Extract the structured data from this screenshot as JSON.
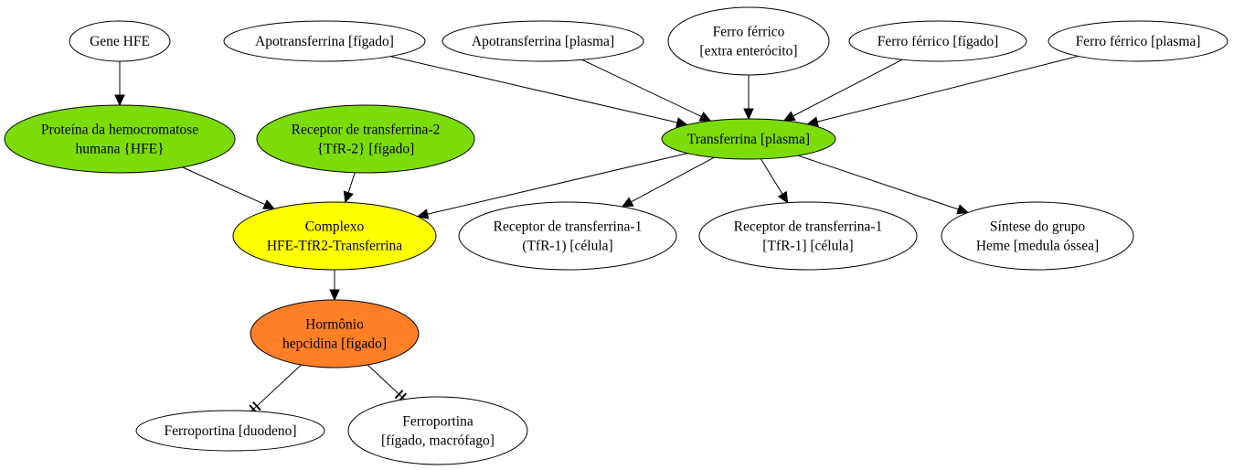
{
  "colors": {
    "green": "#7cdc08",
    "yellow": "#ffff00",
    "orange": "#ff7f27",
    "white": "#ffffff",
    "stroke": "#000000"
  },
  "nodes": [
    {
      "id": "gene_hfe",
      "lines": [
        "Gene HFE"
      ],
      "fill": "white"
    },
    {
      "id": "apotransferrina_figado",
      "lines": [
        "Apotransferrina [fígado]"
      ],
      "fill": "white"
    },
    {
      "id": "apotransferrina_plasma",
      "lines": [
        "Apotransferrina [plasma]"
      ],
      "fill": "white"
    },
    {
      "id": "ferro_ferrico_extra",
      "lines": [
        "Ferro férrico",
        "[extra enterócito]"
      ],
      "fill": "white"
    },
    {
      "id": "ferro_ferrico_figado",
      "lines": [
        "Ferro férrico [fígado]"
      ],
      "fill": "white"
    },
    {
      "id": "ferro_ferrico_plasma",
      "lines": [
        "Ferro férrico [plasma]"
      ],
      "fill": "white"
    },
    {
      "id": "proteina_hfe",
      "lines": [
        "Proteína da hemocromatose",
        "humana {HFE}"
      ],
      "fill": "green"
    },
    {
      "id": "receptor_tfr2",
      "lines": [
        "Receptor de transferrina-2",
        "{TfR-2} [fígado]"
      ],
      "fill": "green"
    },
    {
      "id": "transferrina_plasma",
      "lines": [
        "Transferrina [plasma]"
      ],
      "fill": "green"
    },
    {
      "id": "complexo",
      "lines": [
        "Complexo",
        "HFE-TfR2-Transferrina"
      ],
      "fill": "yellow"
    },
    {
      "id": "tfr1_celula_a",
      "lines": [
        "Receptor de transferrina-1",
        "(TfR-1) [célula]"
      ],
      "fill": "white"
    },
    {
      "id": "tfr1_celula_b",
      "lines": [
        "Receptor de transferrina-1",
        "[TfR-1] [célula]"
      ],
      "fill": "white"
    },
    {
      "id": "sintese_heme",
      "lines": [
        "Síntese do grupo",
        "Heme [medula óssea]"
      ],
      "fill": "white"
    },
    {
      "id": "hepcidina",
      "lines": [
        "Hormônio",
        "hepcidina [fígado]"
      ],
      "fill": "orange"
    },
    {
      "id": "ferroportina_duodeno",
      "lines": [
        "Ferroportina [duodeno]"
      ],
      "fill": "white"
    },
    {
      "id": "ferroportina_figado",
      "lines": [
        "Ferroportina",
        "[fígado, macrófago]"
      ],
      "fill": "white"
    }
  ],
  "edges": [
    {
      "from": "gene_hfe",
      "to": "proteina_hfe",
      "type": "activation"
    },
    {
      "from": "apotransferrina_figado",
      "to": "transferrina_plasma",
      "type": "activation"
    },
    {
      "from": "apotransferrina_plasma",
      "to": "transferrina_plasma",
      "type": "activation"
    },
    {
      "from": "ferro_ferrico_extra",
      "to": "transferrina_plasma",
      "type": "activation"
    },
    {
      "from": "ferro_ferrico_figado",
      "to": "transferrina_plasma",
      "type": "activation"
    },
    {
      "from": "ferro_ferrico_plasma",
      "to": "transferrina_plasma",
      "type": "activation"
    },
    {
      "from": "proteina_hfe",
      "to": "complexo",
      "type": "activation"
    },
    {
      "from": "receptor_tfr2",
      "to": "complexo",
      "type": "activation"
    },
    {
      "from": "transferrina_plasma",
      "to": "complexo",
      "type": "activation"
    },
    {
      "from": "transferrina_plasma",
      "to": "tfr1_celula_a",
      "type": "activation"
    },
    {
      "from": "transferrina_plasma",
      "to": "tfr1_celula_b",
      "type": "activation"
    },
    {
      "from": "transferrina_plasma",
      "to": "sintese_heme",
      "type": "activation"
    },
    {
      "from": "complexo",
      "to": "hepcidina",
      "type": "activation"
    },
    {
      "from": "hepcidina",
      "to": "ferroportina_duodeno",
      "type": "inhibition"
    },
    {
      "from": "hepcidina",
      "to": "ferroportina_figado",
      "type": "inhibition"
    }
  ]
}
